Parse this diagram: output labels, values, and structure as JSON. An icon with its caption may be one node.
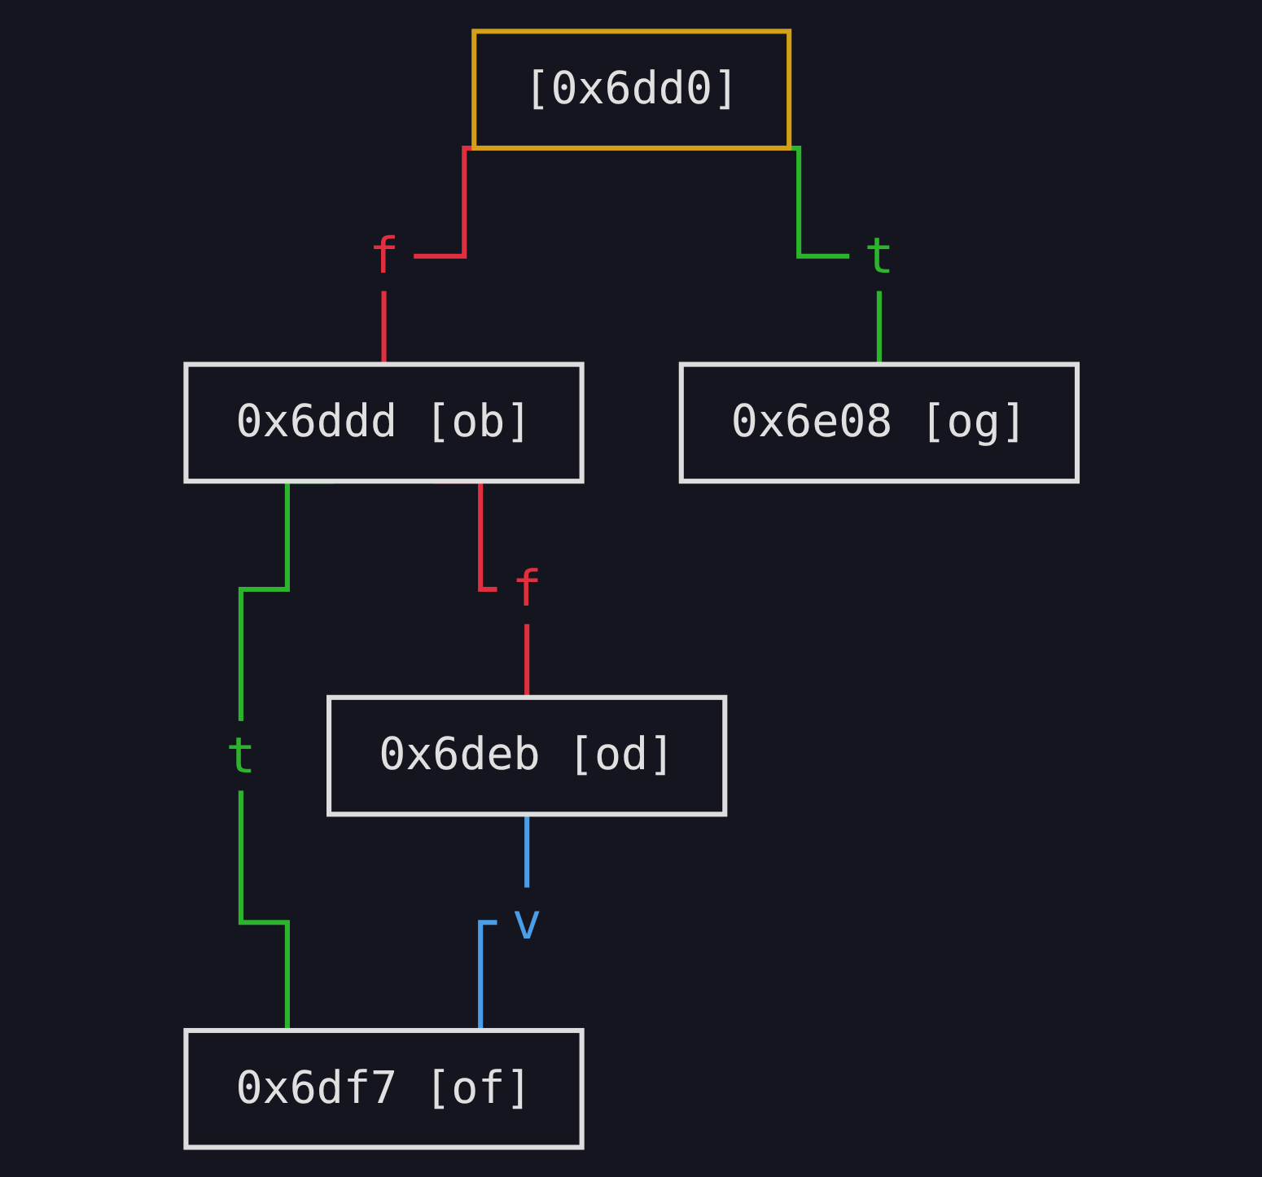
{
  "diagram": {
    "nodes": [
      {
        "text": [
          "[0x6dd0]"
        ]
      },
      {
        "text": [
          "0x6ddd [ob]"
        ]
      },
      {
        "text": [
          "0x6e08 [og]"
        ]
      },
      {
        "text": [
          "0x6deb [od]"
        ]
      },
      {
        "text": [
          "0x6df7 [of]"
        ]
      }
    ],
    "edges": [
      {
        "from": 0,
        "to": 1,
        "arrow": "none",
        "label": "f",
        "color": "#e0303f"
      },
      {
        "from": 0,
        "to": 2,
        "arrow": "none",
        "label": "t",
        "color": "#2cb52c"
      },
      {
        "from": 1,
        "to": 3,
        "arrow": "none",
        "label": "f",
        "color": "#e0303f"
      },
      {
        "from": 1,
        "to": 4,
        "arrow": "none",
        "label": "t",
        "color": "#2cb52c"
      },
      {
        "from": 3,
        "to": 4,
        "arrow": "none",
        "label": "v",
        "color": "#4a9ee8"
      }
    ]
  }
}
